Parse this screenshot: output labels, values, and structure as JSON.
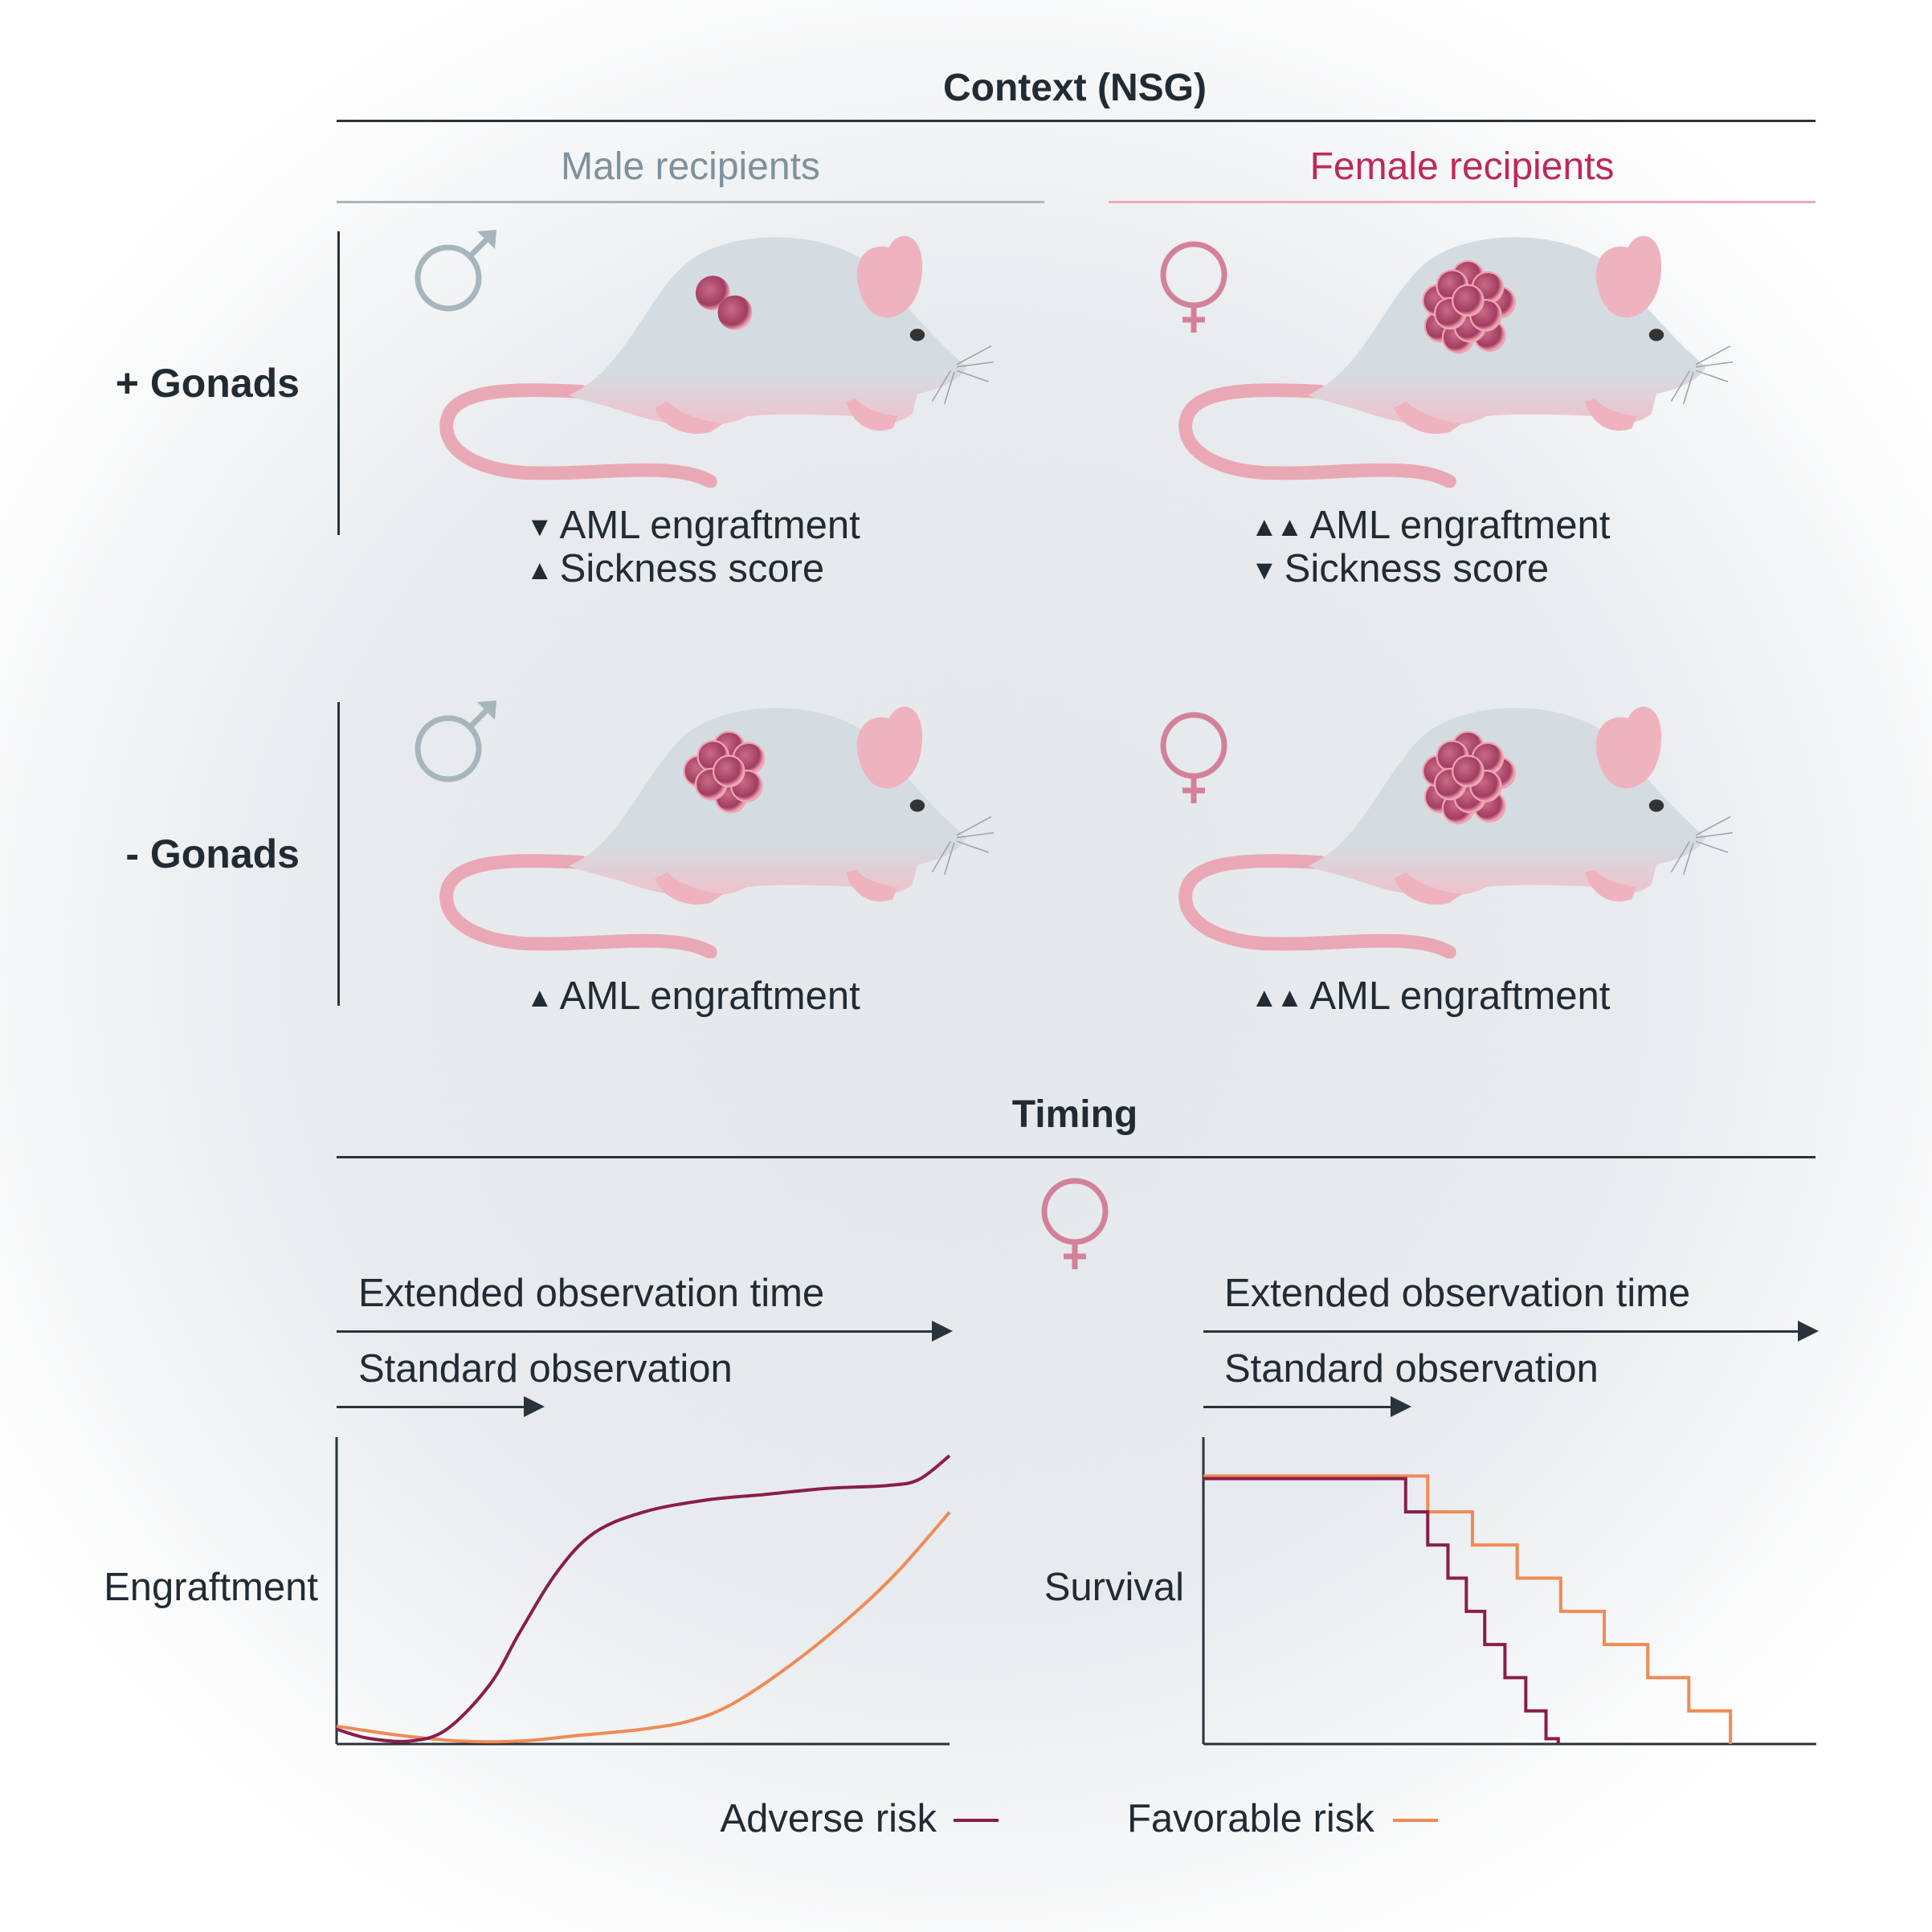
{
  "context": {
    "title": "Context (NSG)",
    "male_header": "Male recipients",
    "female_header": "Female recipients",
    "rows": [
      {
        "label": "+ Gonads",
        "male": {
          "tumor_cells": 2,
          "effects": [
            {
              "marker": "▼",
              "text": "AML engraftment"
            },
            {
              "marker": "▲",
              "text": "Sickness score"
            }
          ]
        },
        "female": {
          "tumor_cells": 12,
          "effects": [
            {
              "marker": "▲▲",
              "text": "AML engraftment"
            },
            {
              "marker": "▼",
              "text": "Sickness score"
            }
          ]
        }
      },
      {
        "label": "- Gonads",
        "male": {
          "tumor_cells": 8,
          "effects": [
            {
              "marker": "▲",
              "text": "AML engraftment"
            }
          ]
        },
        "female": {
          "tumor_cells": 12,
          "effects": [
            {
              "marker": "▲▲",
              "text": "AML engraftment"
            }
          ]
        }
      }
    ]
  },
  "timing": {
    "title": "Timing",
    "extended_label": "Extended observation time",
    "standard_label": "Standard observation"
  },
  "legend": {
    "adverse": "Adverse risk",
    "favorable": "Favorable risk"
  },
  "colors": {
    "male": "#a7b5bc",
    "male_text": "#7f919b",
    "female": "#c0285a",
    "female_line": "#ebaab9",
    "adverse": "#8a1d4a",
    "favorable": "#f08a55",
    "text": "#222b33"
  },
  "chart_data": [
    {
      "type": "line",
      "title": "",
      "xlabel": "",
      "ylabel": "Engraftment",
      "xlim": [
        0,
        100
      ],
      "ylim": [
        0,
        1
      ],
      "series": [
        {
          "name": "Adverse risk",
          "x": [
            0,
            5,
            12,
            18,
            25,
            30,
            36,
            42,
            50,
            60,
            70,
            80,
            90,
            95,
            100
          ],
          "y": [
            0.05,
            0.02,
            0.01,
            0.05,
            0.2,
            0.38,
            0.58,
            0.71,
            0.78,
            0.82,
            0.84,
            0.86,
            0.87,
            0.89,
            0.97
          ]
        },
        {
          "name": "Favorable risk",
          "x": [
            0,
            10,
            20,
            30,
            40,
            50,
            58,
            65,
            75,
            85,
            92,
            100
          ],
          "y": [
            0.06,
            0.03,
            0.01,
            0.01,
            0.03,
            0.05,
            0.08,
            0.14,
            0.28,
            0.45,
            0.59,
            0.78
          ]
        }
      ]
    },
    {
      "type": "line",
      "title": "",
      "xlabel": "",
      "ylabel": "Survival",
      "xlim": [
        0,
        100
      ],
      "ylim": [
        0,
        1.12
      ],
      "series": [
        {
          "name": "Adverse risk",
          "step_times": [
            33.0,
            36.6,
            39.9,
            42.9,
            45.9,
            49.2,
            52.6,
            55.9,
            57.9
          ],
          "levels": [
            1.0,
            0.875,
            0.75,
            0.625,
            0.5,
            0.375,
            0.25,
            0.125,
            0.02,
            0
          ]
        },
        {
          "name": "Favorable risk",
          "step_times": [
            36.6,
            43.9,
            51.2,
            58.3,
            65.4,
            72.5,
            79.2,
            86.0
          ],
          "levels": [
            1.01,
            0.875,
            0.75,
            0.625,
            0.5,
            0.375,
            0.25,
            0.125,
            0
          ]
        }
      ]
    }
  ]
}
